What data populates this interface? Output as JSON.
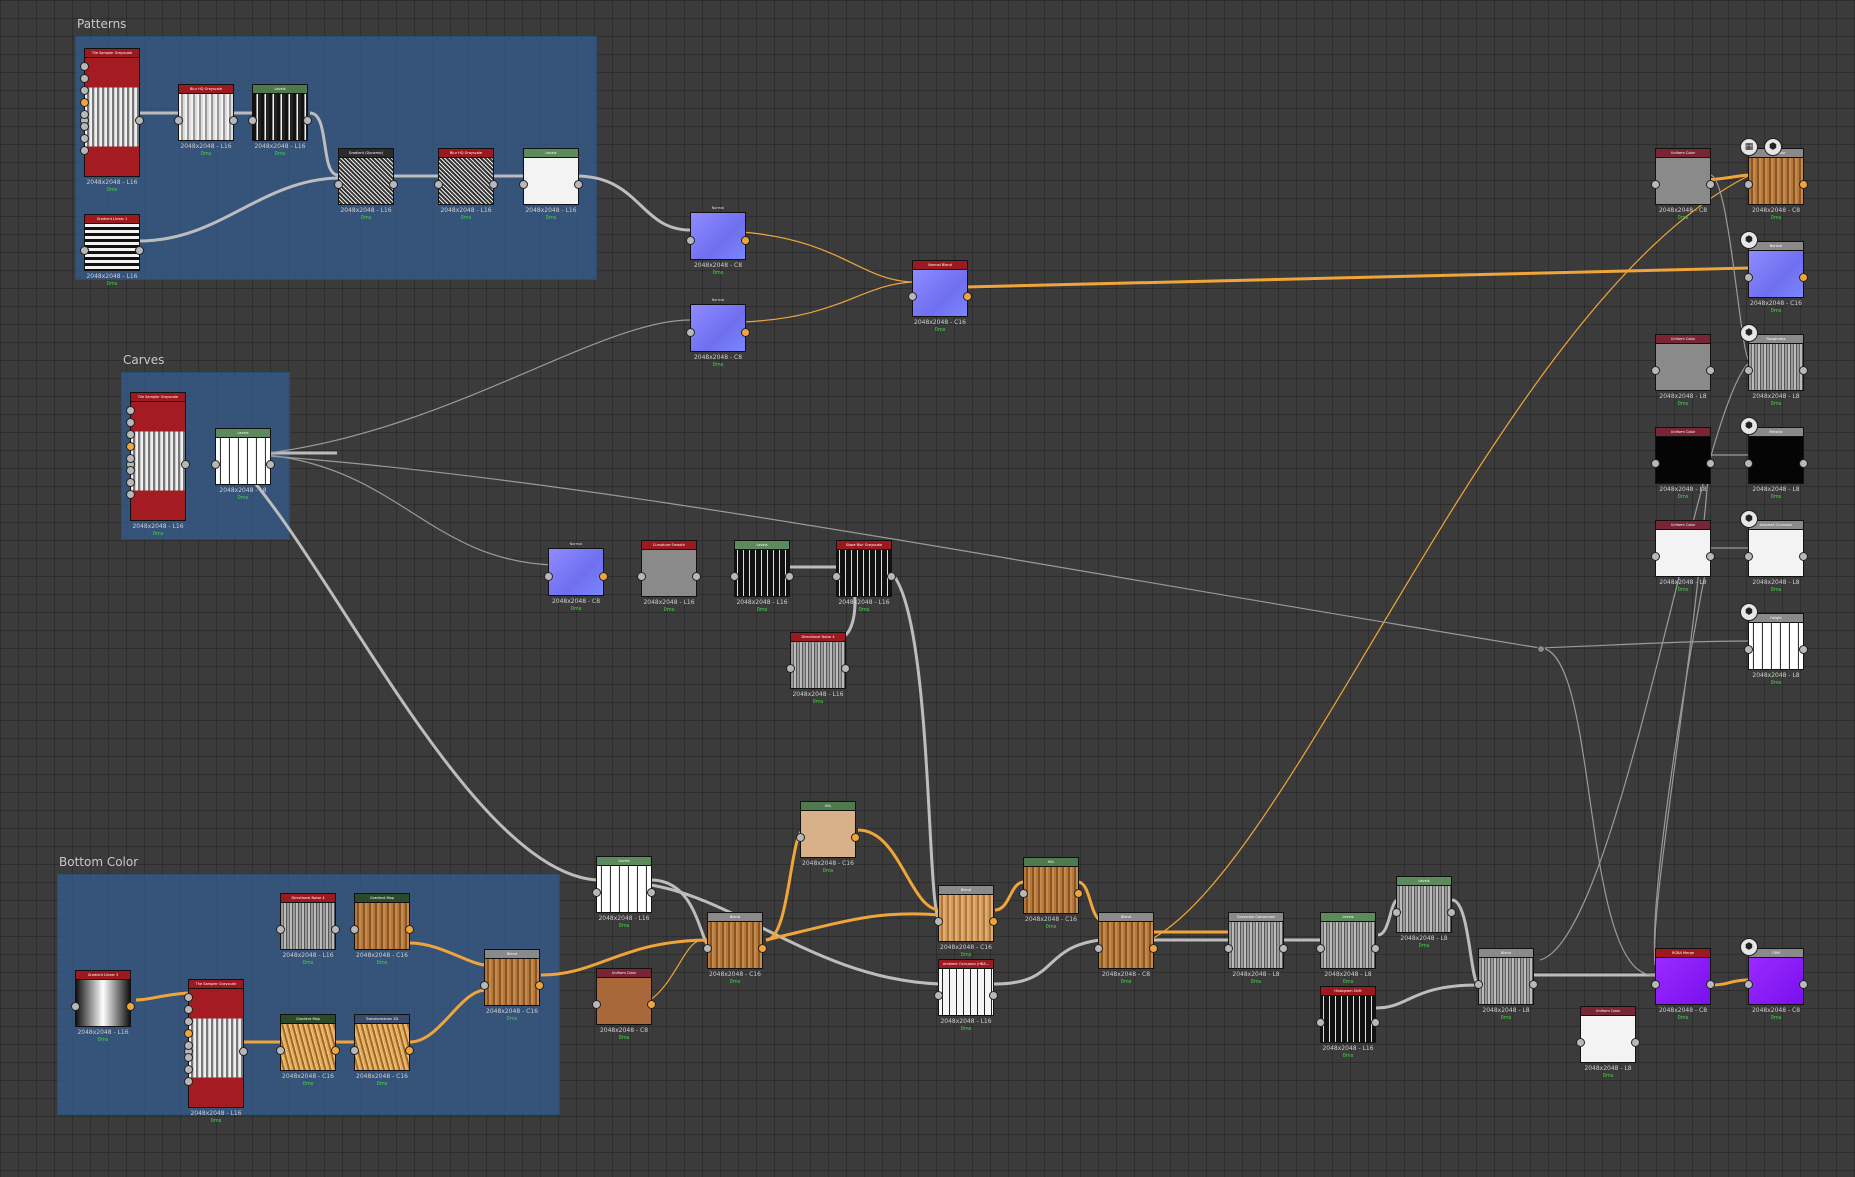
{
  "frames": {
    "patterns": "Patterns",
    "carves": "Carves",
    "bottom_color": "Bottom Color"
  },
  "nodes": {
    "p_tile": {
      "title": "Tile Sampler Grayscale",
      "size": "2048x2048 - L16",
      "time": "0ms"
    },
    "p_blur1": {
      "title": "Blur HQ Grayscale",
      "size": "2048x2048 - L16",
      "time": "0ms"
    },
    "p_levels1": {
      "title": "Levels",
      "size": "2048x2048 - L16",
      "time": "0ms"
    },
    "p_grad": {
      "title": "Gradient Linear 1",
      "size": "2048x2048 - L16",
      "time": "0ms"
    },
    "p_gdyn": {
      "title": "Gradient (Dynamic)",
      "size": "2048x2048 - L16",
      "time": "0ms"
    },
    "p_blur2": {
      "title": "Blur HQ Grayscale",
      "size": "2048x2048 - L16",
      "time": "0ms"
    },
    "p_levels2": {
      "title": "Levels",
      "size": "2048x2048 - L16",
      "time": "0ms"
    },
    "normal1": {
      "title": "Normal",
      "size": "2048x2048 - C8",
      "time": "0ms"
    },
    "normal2": {
      "title": "Normal",
      "size": "2048x2048 - C8",
      "time": "0ms"
    },
    "normal_blend": {
      "title": "Normal Blend",
      "size": "2048x2048 - C16",
      "time": "0ms"
    },
    "c_tile": {
      "title": "Tile Sampler Grayscale",
      "size": "2048x2048 - L16",
      "time": "0ms"
    },
    "c_levels": {
      "title": "Levels",
      "size": "2048x2048 - L8",
      "time": "0ms"
    },
    "m_normal": {
      "title": "Normal",
      "size": "2048x2048 - C8",
      "time": "0ms"
    },
    "m_curv": {
      "title": "Curvature Smooth",
      "size": "2048x2048 - L16",
      "time": "0ms"
    },
    "m_levels": {
      "title": "Levels",
      "size": "2048x2048 - L16",
      "time": "0ms"
    },
    "m_slope": {
      "title": "Slope Blur Grayscale",
      "size": "2048x2048 - L16",
      "time": "0ms"
    },
    "m_noise": {
      "title": "Directional Noise 4",
      "size": "2048x2048 - L16",
      "time": "0ms"
    },
    "hsl1": {
      "title": "HSL",
      "size": "2048x2048 - C16",
      "time": "0ms"
    },
    "b_levels": {
      "title": "Levels",
      "size": "2048x2048 - L16",
      "time": "0ms"
    },
    "blend1": {
      "title": "Blend",
      "size": "2048x2048 - C16",
      "time": "0ms"
    },
    "ucolor_brown": {
      "title": "Uniform Color",
      "size": "2048x2048 - C8",
      "time": "0ms"
    },
    "blend2": {
      "title": "Blend",
      "size": "2048x2048 - C16",
      "time": "0ms"
    },
    "hsl2": {
      "title": "HSL",
      "size": "2048x2048 - C16",
      "time": "0ms"
    },
    "ambient": {
      "title": "Ambient Occlusion (HBA...",
      "size": "2048x2048 - L16",
      "time": "0ms"
    },
    "blend3": {
      "title": "Blend",
      "size": "2048x2048 - C8",
      "time": "0ms"
    },
    "gconv": {
      "title": "Grayscale Conversion",
      "size": "2048x2048 - L8",
      "time": "0ms"
    },
    "levels_a": {
      "title": "Levels",
      "size": "2048x2048 - L8",
      "time": "0ms"
    },
    "levels_b": {
      "title": "Levels",
      "size": "2048x2048 - L8",
      "time": "0ms"
    },
    "hist": {
      "title": "Histogram Shift",
      "size": "2048x2048 - L16",
      "time": "0ms"
    },
    "blend4": {
      "title": "Blend",
      "size": "2048x2048 - L8",
      "time": "0ms"
    },
    "ucolor_white2": {
      "title": "Uniform Color",
      "size": "2048x2048 - L8",
      "time": "0ms"
    },
    "rgba": {
      "title": "RGBA Merge",
      "size": "2048x2048 - C8",
      "time": "0ms"
    },
    "bc_grad": {
      "title": "Gradient Linear 3",
      "size": "2048x2048 - L16",
      "time": "0ms"
    },
    "bc_tile": {
      "title": "The Sampler Grayscale",
      "size": "2048x2048 - L16",
      "time": "0ms"
    },
    "bc_noise": {
      "title": "Directional Noise 4",
      "size": "2048x2048 - L16",
      "time": "0ms"
    },
    "bc_gmap1": {
      "title": "Gradient Map",
      "size": "2048x2048 - C16",
      "time": "0ms"
    },
    "bc_gmap2": {
      "title": "Gradient Map",
      "size": "2048x2048 - C16",
      "time": "0ms"
    },
    "bc_transf": {
      "title": "Transformation 2D",
      "size": "2048x2048 - C16",
      "time": "0ms"
    },
    "bc_blend": {
      "title": "Blend",
      "size": "2048x2048 - C16",
      "time": "0ms"
    },
    "r_ucolor1": {
      "title": "Uniform Color",
      "size": "2048x2048 - C8",
      "time": "0ms"
    },
    "o_basecolor": {
      "title": "Base Color",
      "size": "2048x2048 - C8",
      "time": "0ms"
    },
    "o_normal": {
      "title": "Normal",
      "size": "2048x2048 - C16",
      "time": "0ms"
    },
    "r_ucolor2": {
      "title": "Uniform Color",
      "size": "2048x2048 - L8",
      "time": "0ms"
    },
    "o_rough": {
      "title": "Roughness",
      "size": "2048x2048 - L8",
      "time": "0ms"
    },
    "r_ucolor3": {
      "title": "Uniform Color",
      "size": "2048x2048 - L8",
      "time": "0ms"
    },
    "o_metal": {
      "title": "Metallic",
      "size": "2048x2048 - L8",
      "time": "0ms"
    },
    "r_ucolor4": {
      "title": "Uniform Color",
      "size": "2048x2048 - L8",
      "time": "0ms"
    },
    "o_ao": {
      "title": "Ambient Occlusion",
      "size": "2048x2048 - L8",
      "time": "0ms"
    },
    "o_height": {
      "title": "Height",
      "size": "2048x2048 - L8",
      "time": "0ms"
    },
    "o_mask": {
      "title": "ORM",
      "size": "2048x2048 - C8",
      "time": "0ms"
    }
  },
  "colors": {
    "background": "#3b3b3b",
    "frame": "#345a8a",
    "wire_gray": "#b9b9b9",
    "wire_orange": "#f0a53a",
    "time_text": "#49d849"
  }
}
